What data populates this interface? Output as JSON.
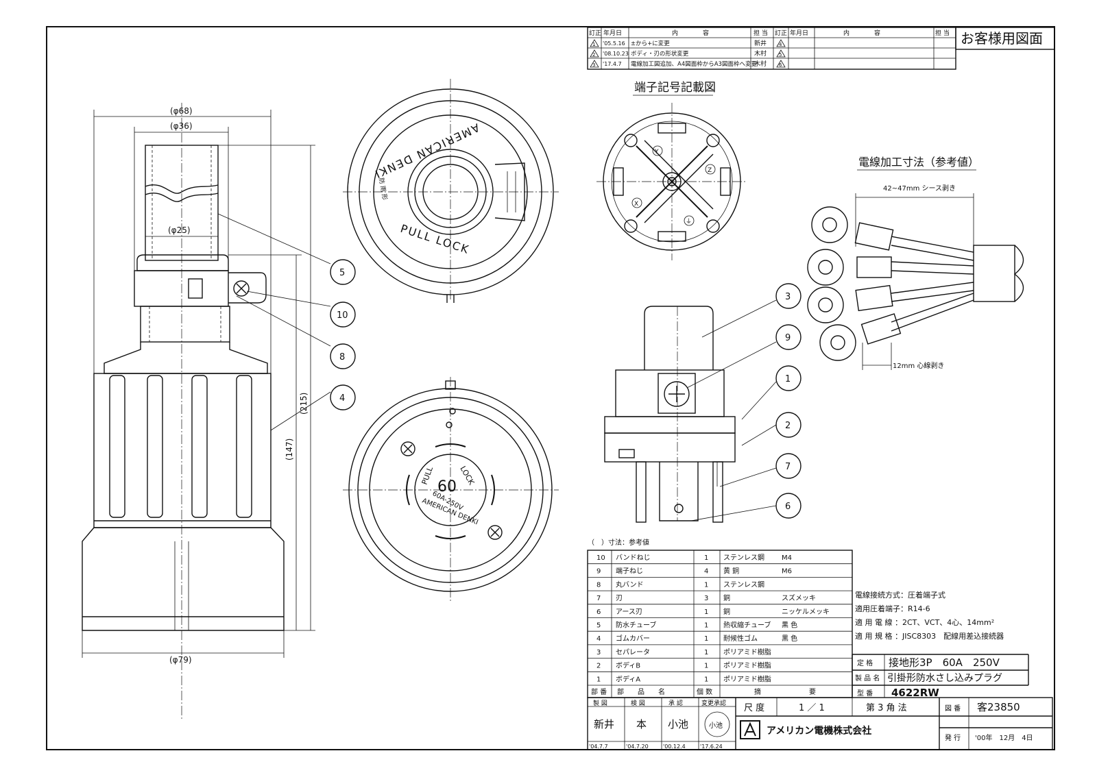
{
  "frame_title": "お客様用図面",
  "revision_table": {
    "headers": [
      "訂正",
      "年月日",
      "内　　　　容",
      "担 当",
      "訂正",
      "年月日",
      "内　　　　容",
      "担 当"
    ],
    "rows": [
      {
        "mark": "1",
        "date": "'05.5.16",
        "content": "±から+に変更",
        "person": "新井",
        "mark2": "4"
      },
      {
        "mark": "2",
        "date": "'08.10.23",
        "content": "ボディ・刃の形状変更",
        "person": "木村",
        "mark2": "5"
      },
      {
        "mark": "3",
        "date": "'17.4.7",
        "content": "電線加工図追加、A4図面枠からA3図面枠へ変更",
        "person": "木村",
        "mark2": "6"
      }
    ]
  },
  "dimensions": {
    "d68": "(φ68)",
    "d36": "(φ36)",
    "d25": "(φ25)",
    "d79": "(φ79)",
    "h215": "(215)",
    "h147": "(147)"
  },
  "balloons": [
    "5",
    "10",
    "8",
    "4",
    "3",
    "9",
    "1",
    "2",
    "7",
    "6"
  ],
  "top_view_text": {
    "brand": "AMERICAN DENKI",
    "lock": "PULL LOCK",
    "small": "防 雨 形"
  },
  "bottom_view_text": {
    "rating": "60",
    "pull": "PULL",
    "lock": "LOCK",
    "amp": "60A-250V",
    "brand": "AMERICAN DENKI"
  },
  "terminal_title": "端子記号記載図",
  "terminal_labels": [
    "Y",
    "Z",
    "X",
    "⏚"
  ],
  "wire_title": "電線加工寸法（参考値）",
  "wire_dim1": "42~47mm シース剥き",
  "wire_dim2": "12mm 心線剥き",
  "note_ref": "（　）寸法：参考値",
  "parts": [
    {
      "no": "10",
      "name": "バンドねじ",
      "qty": "1",
      "material": "ステンレス鋼",
      "note": "M4"
    },
    {
      "no": "9",
      "name": "端子ねじ",
      "qty": "4",
      "material": "黄 銅",
      "note": "M6"
    },
    {
      "no": "8",
      "name": "丸バンド",
      "qty": "1",
      "material": "ステンレス鋼",
      "note": ""
    },
    {
      "no": "7",
      "name": "刃",
      "qty": "3",
      "material": "銅",
      "note": "スズメッキ"
    },
    {
      "no": "6",
      "name": "アース刃",
      "qty": "1",
      "material": "銅",
      "note": "ニッケルメッキ"
    },
    {
      "no": "5",
      "name": "防水チューブ",
      "qty": "1",
      "material": "熱収縮チューブ",
      "note": "黒 色"
    },
    {
      "no": "4",
      "name": "ゴムカバー",
      "qty": "1",
      "material": "耐候性ゴム",
      "note": "黒 色"
    },
    {
      "no": "3",
      "name": "セパレータ",
      "qty": "1",
      "material": "ポリアミド樹脂",
      "note": ""
    },
    {
      "no": "2",
      "name": "ボディB",
      "qty": "1",
      "material": "ポリアミド樹脂",
      "note": ""
    },
    {
      "no": "1",
      "name": "ボディA",
      "qty": "1",
      "material": "ポリアミド樹脂",
      "note": ""
    }
  ],
  "parts_header": {
    "no": "部 番",
    "name": "部　　品　　名",
    "qty": "個 数",
    "material": "摘　　　　　　　要"
  },
  "specs": [
    "電線接続方式：圧着端子式",
    "適用圧着端子：R14-6",
    "適 用 電 線 ：2CT、VCT、4心、14mm²",
    "適 用 規 格 ：JISC8303　配線用差込接続器"
  ],
  "rating_label": "定 格",
  "rating_value": "接地形3P　60A　250V",
  "product_label": "製 品 名",
  "product_value": "引掛形防水さし込みプラグ",
  "model_label": "型 番",
  "model_value": "4622RW",
  "approvals": {
    "headers": [
      "製 図",
      "検 図",
      "承 認",
      "変更承認"
    ],
    "names": [
      "新井",
      "本",
      "小池",
      "小池"
    ],
    "dates": [
      "'04.7.7",
      "'04.7.20",
      "'00.12.4",
      "'17.6.24"
    ]
  },
  "scale_label": "尺 度",
  "scale_value": "1 ／ 1",
  "projection": "第 3 角 法",
  "drawing_no_label": "図 番",
  "drawing_no": "客23850",
  "issue_label": "発 行",
  "issue_date": "'00年　12月　4日",
  "company": "アメリカン電機株式会社"
}
